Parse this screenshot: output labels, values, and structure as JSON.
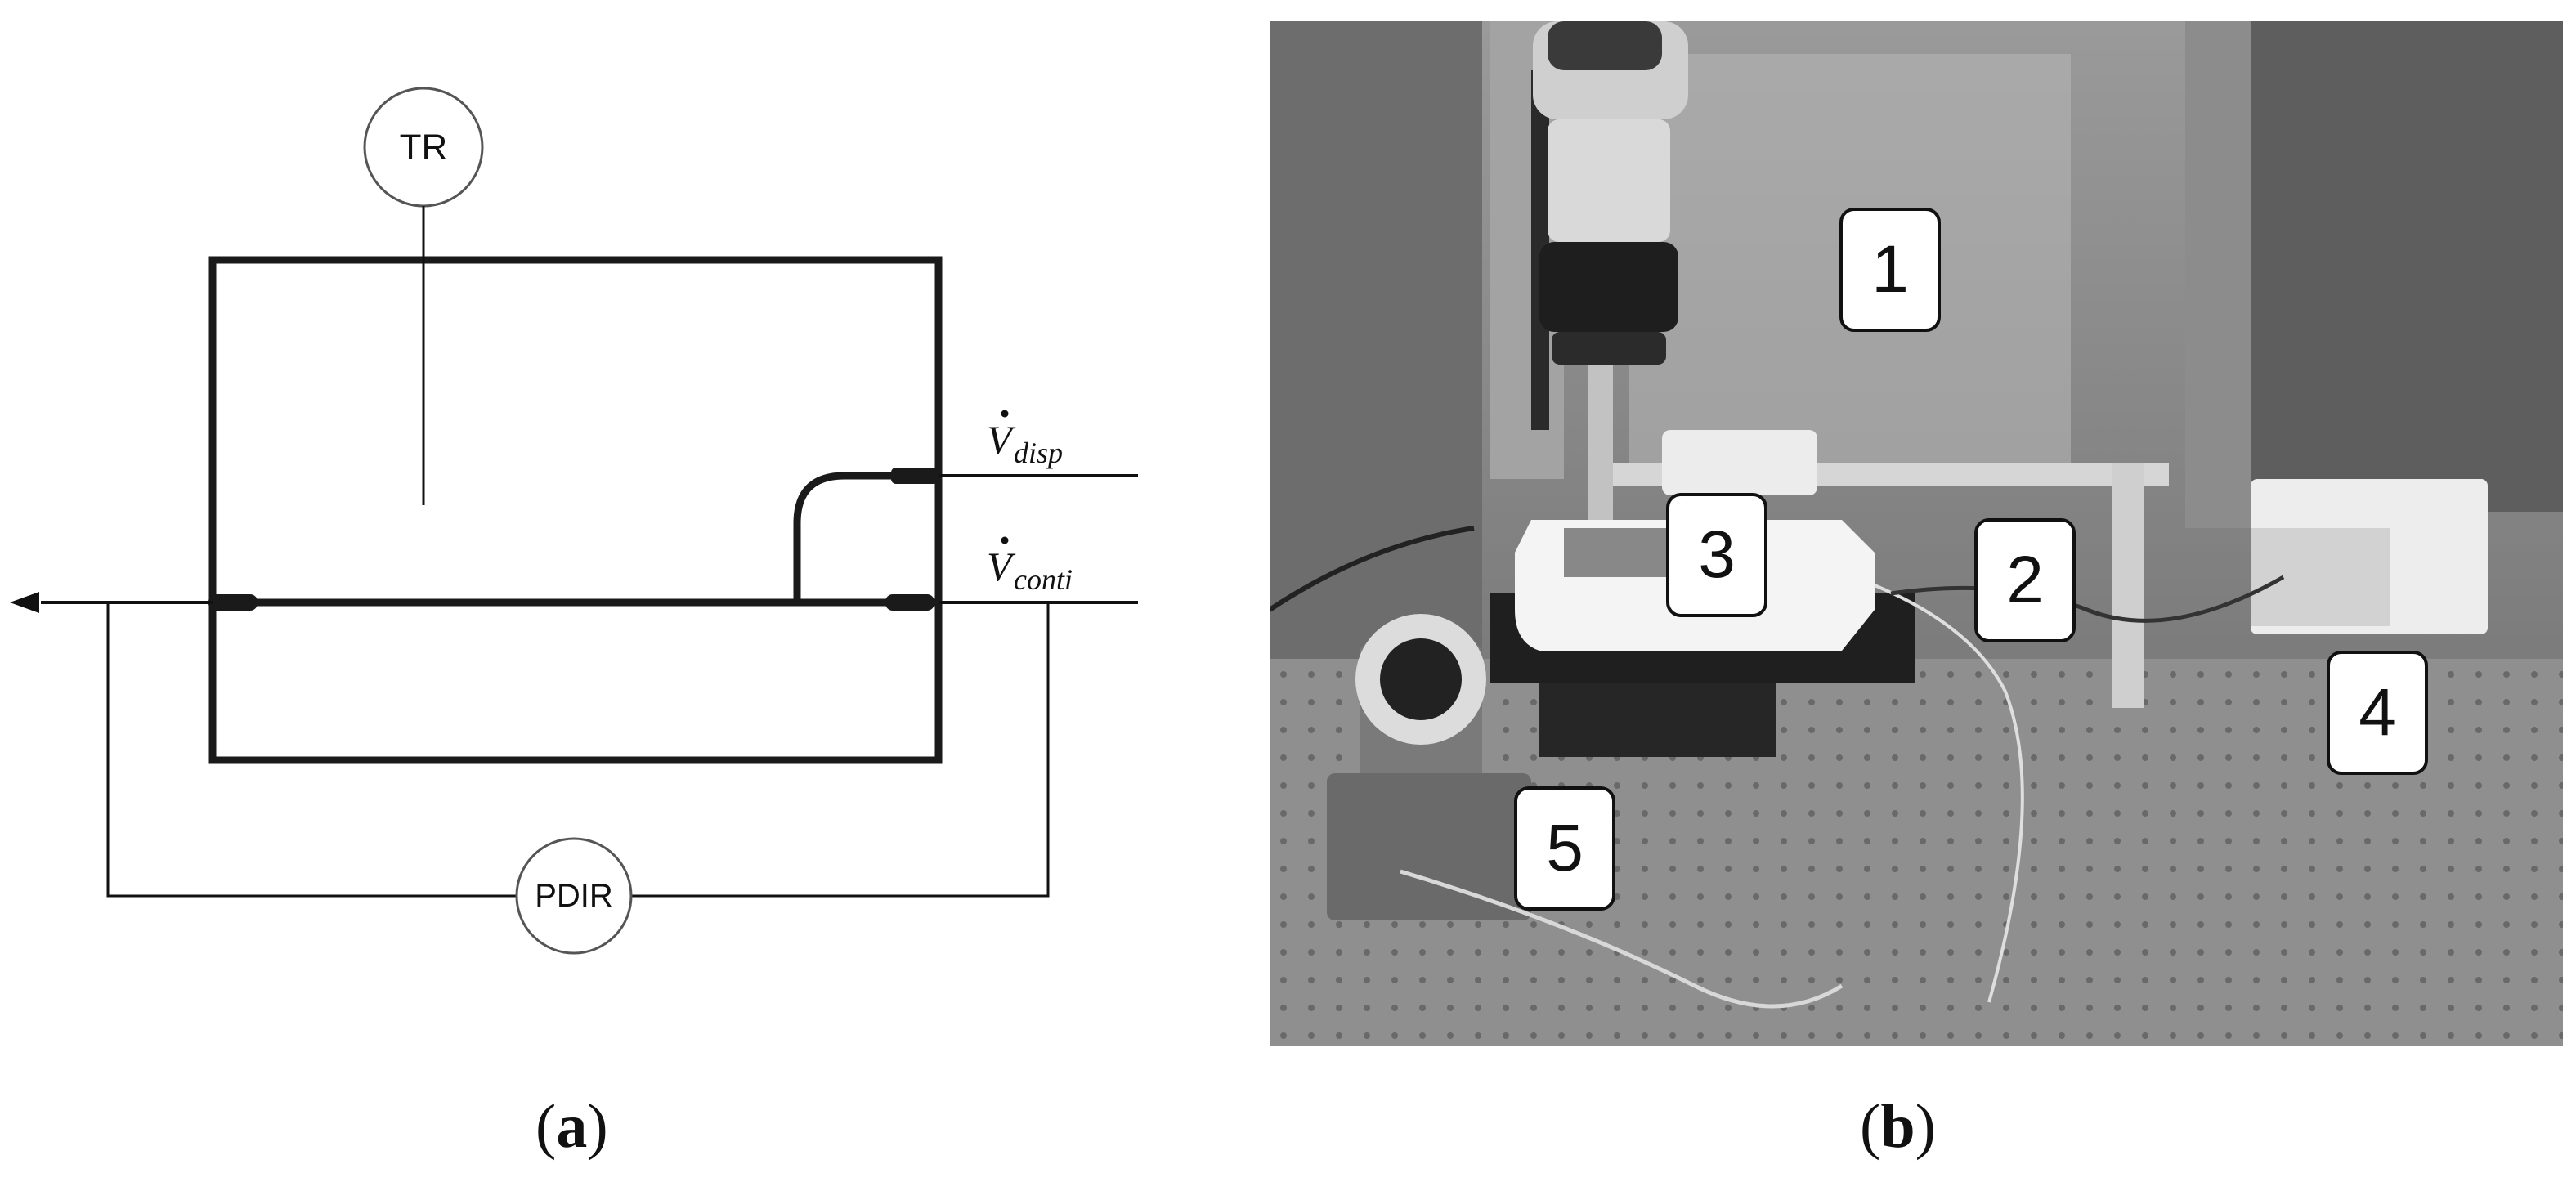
{
  "panel_a": {
    "tr_label": "TR",
    "pdir_label": "PDIR",
    "v_disp": {
      "symbol": "V",
      "subscript": "disp"
    },
    "v_conti": {
      "symbol": "V",
      "subscript": "conti"
    }
  },
  "panel_b": {
    "tags": [
      "1",
      "2",
      "3",
      "4",
      "5"
    ]
  },
  "captions": {
    "a": "a",
    "b": "b"
  }
}
